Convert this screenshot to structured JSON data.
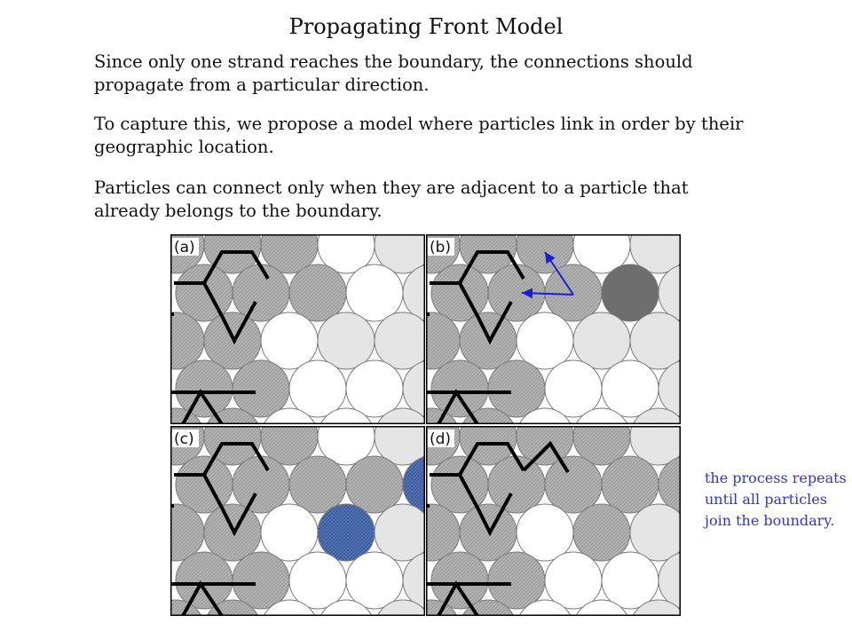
{
  "slide": {
    "title": "Propagating Front Model",
    "paragraphs": [
      "Since only one strand reaches the boundary, the connections should propagate from a particular direction.",
      "To capture this, we propose a model where particles link in order by their geographic location.",
      "Particles can connect only when they are adjacent to a particle that already belongs to the boundary."
    ],
    "note": "the process repeats until all particles join the boundary."
  },
  "figure": {
    "panels": [
      {
        "label": "(a)"
      },
      {
        "label": "(b)"
      },
      {
        "label": "(c)"
      },
      {
        "label": "(d)"
      }
    ],
    "colors": {
      "boundary_particle": "#b9b9b9",
      "free_particle": "#ffffff",
      "unassigned_particle": "#e6e6e6",
      "active_particle": "#6e6e6e",
      "new_particle": "#4a6aa8",
      "strand": "#000000",
      "arrow": "#1c1cd6"
    }
  }
}
